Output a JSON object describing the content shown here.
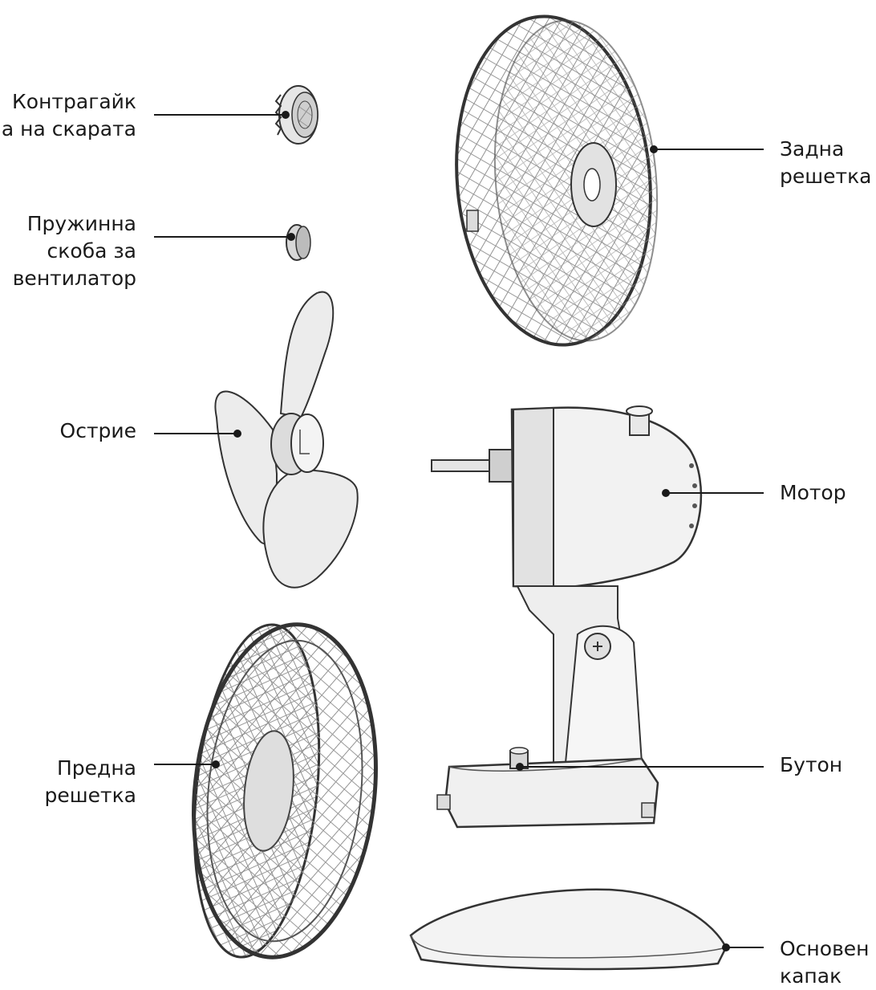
{
  "labels": {
    "grille_nut": [
      "Контрагайк",
      "а на скарата"
    ],
    "spring_clip": [
      "Пружинна",
      "скоба за",
      "вентилатор"
    ],
    "blade": [
      "Острие"
    ],
    "front_grille": [
      "Предна",
      "решетка"
    ],
    "rear_grille": [
      "Задна",
      "решетка"
    ],
    "motor": [
      "Мотор"
    ],
    "button": [
      "Бутон"
    ],
    "base_cover": [
      "Основен",
      "капак"
    ]
  }
}
